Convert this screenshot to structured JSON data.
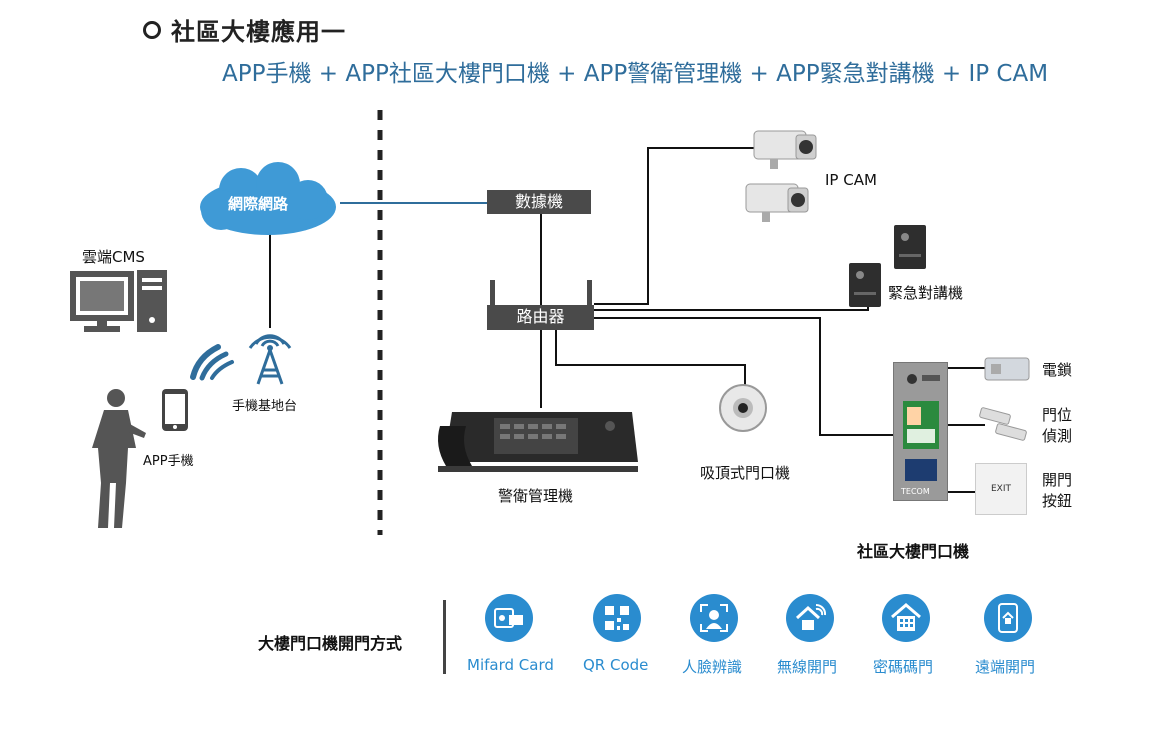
{
  "header": {
    "title": "社區大樓應用一",
    "subtitle": "APP手機 + APP社區大樓門口機 + APP警衛管理機 + APP緊急對講機 + IP CAM"
  },
  "left": {
    "cloud": "網際網路",
    "cms": "雲端CMS",
    "tower": "手機基地台",
    "phone": "APP手機"
  },
  "right": {
    "switch": "數據機",
    "router": "路由器",
    "ipcam": "IP CAM",
    "emergency": "緊急對講機",
    "guard": "警衛管理機",
    "ceiling": "吸頂式門口機",
    "panel": "社區大樓門口機",
    "brand": "TECOM",
    "lock": "電鎖",
    "sensor_line1": "門位",
    "sensor_line2": "偵測",
    "button_line1": "開門",
    "button_line2": "按鈕",
    "exit_text": "EXIT"
  },
  "methods": {
    "heading": "大樓門口機開門方式",
    "items": [
      {
        "label": "Mifard Card",
        "icon": "card-icon"
      },
      {
        "label": "QR Code",
        "icon": "qr-code-icon"
      },
      {
        "label": "人臉辨識",
        "icon": "face-id-icon"
      },
      {
        "label": "無線開門",
        "icon": "wireless-lock-icon"
      },
      {
        "label": "密碼碼門",
        "icon": "keypad-house-icon"
      },
      {
        "label": "遠端開門",
        "icon": "remote-phone-icon"
      }
    ]
  },
  "colors": {
    "accent_blue": "#2f6d9b",
    "icon_blue": "#2a8ccf",
    "cloud_blue": "#3f9ad6",
    "line": "#111111"
  }
}
